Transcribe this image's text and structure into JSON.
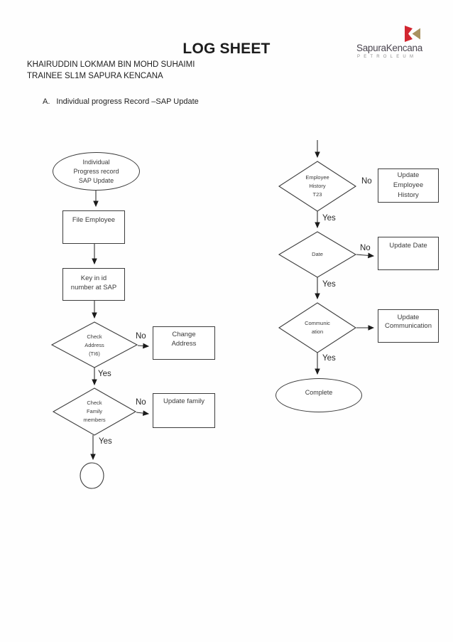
{
  "page": {
    "title": "LOG SHEET",
    "author_line1": "KHAIRUDDIN LOKMAM BIN MOHD SUHAIMI",
    "author_line2": "TRAINEE SL1M SAPURA KENCANA",
    "section": {
      "label": "A.",
      "title": "Individual progress Record –SAP Update"
    }
  },
  "logo": {
    "brand": "SapuraKencana",
    "subtitle": "PETROLEUM",
    "colors": {
      "red": "#d22630",
      "gold": "#a99260",
      "text": "#4b4650"
    }
  },
  "flowchart": {
    "labels": {
      "yes": "Yes",
      "no": "No"
    },
    "left": {
      "start_terminator": "Individual\nProgress record\nSAP Update",
      "process_file_employee": "File Employee",
      "process_key_in": "Key in id\nnumber at SAP",
      "decision_check_address": "Check\nAddress\n(TI6)",
      "process_change_address": "Change\nAddress",
      "decision_check_family": "Check\nFamily\nmembers",
      "process_update_family": "Update family"
    },
    "right": {
      "decision_employee_history": "Employee\nHistory\nT23",
      "process_update_employee_history": "Update\nEmployee\nHistory",
      "decision_date": "Date",
      "process_update_date": "Update Date",
      "decision_communication": "Communic\nation",
      "process_update_communication": "Update\nCommunication",
      "end_terminator": "Complete"
    }
  }
}
